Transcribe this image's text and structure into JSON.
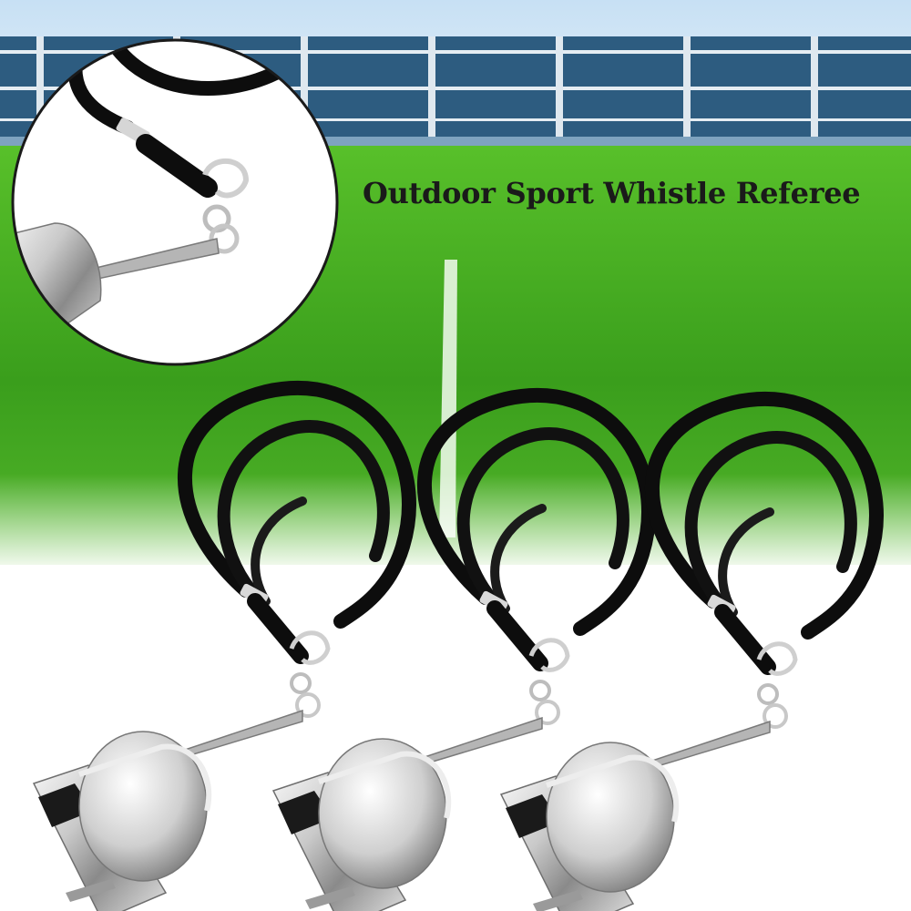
{
  "headline": "Outdoor Sport Whistle Referee",
  "product": {
    "item": "whistle-with-lanyard",
    "count_shown": 3,
    "lanyard_color": "#0d0d0d",
    "whistle_finish": "chrome"
  },
  "inset": {
    "shape": "circle",
    "subject": "lanyard-clip-closeup"
  },
  "colors": {
    "grass": "#3fa41f",
    "grass_light": "#6fcf37",
    "sky": "#cfe6f7",
    "stands": "#2d5c80",
    "background": "#ffffff"
  }
}
